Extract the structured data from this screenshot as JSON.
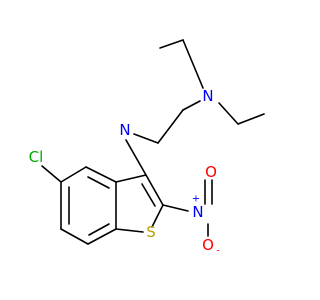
{
  "molecule": {
    "atoms": {
      "N1": "N",
      "N2": "N",
      "Cl": "Cl",
      "S": "S",
      "N3": "N",
      "N3_charge": "+",
      "O1": "O",
      "O2": "O",
      "O2_charge": "-"
    },
    "colors": {
      "bond": "#000000",
      "nitrogen": "#0000ff",
      "chlorine": "#00aa00",
      "sulfur": "#b8a000",
      "oxygen": "#ff0000"
    }
  }
}
